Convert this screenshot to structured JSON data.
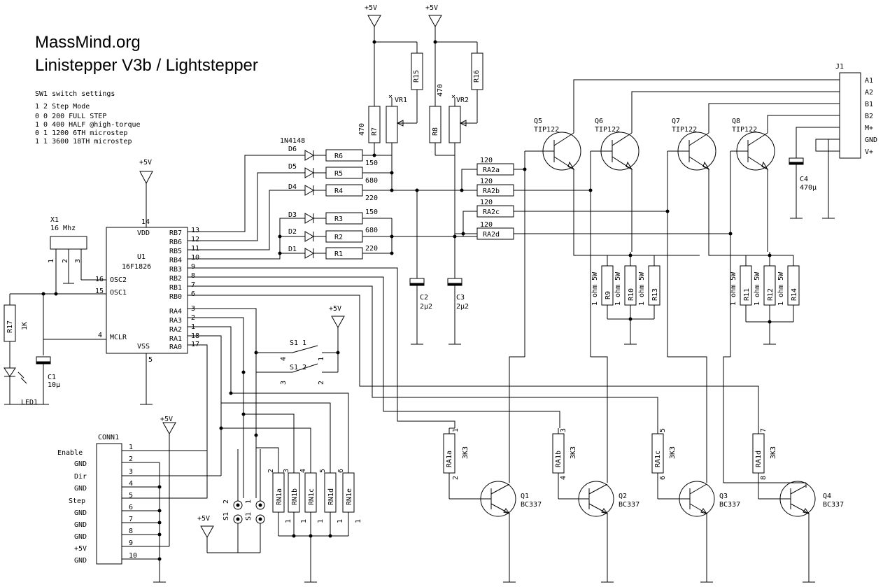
{
  "title": {
    "line1": "MassMind.org",
    "line2": "Linistepper V3b / Lightstepper"
  },
  "switch_table": {
    "heading": "SW1 switch settings",
    "columns": "1 2 Step Mode",
    "rows": [
      "0 0 200  FULL STEP",
      "1 0 400  HALF @high-torque",
      "0 1 1200 6TH microstep",
      "1 1 3600 18TH microstep"
    ]
  },
  "supply": "+5V",
  "mcu": {
    "ref": "U1",
    "part": "16F1826",
    "vdd_pin": "14",
    "vss_pin": "5",
    "mclr_pin": "4",
    "left_pins": [
      {
        "name": "OSC2",
        "num": "16"
      },
      {
        "name": "OSC1",
        "num": "15"
      },
      {
        "name": "MCLR",
        "num": "4"
      }
    ],
    "right_pins": [
      {
        "name": "RB7",
        "num": "13"
      },
      {
        "name": "RB6",
        "num": "12"
      },
      {
        "name": "RB5",
        "num": "11"
      },
      {
        "name": "RB4",
        "num": "10"
      },
      {
        "name": "RB3",
        "num": "9"
      },
      {
        "name": "RB2",
        "num": "8"
      },
      {
        "name": "RB1",
        "num": "7"
      },
      {
        "name": "RB0",
        "num": "6"
      },
      {
        "name": "RA4",
        "num": "3"
      },
      {
        "name": "RA3",
        "num": "2"
      },
      {
        "name": "RA2",
        "num": "1"
      },
      {
        "name": "RA1",
        "num": "18"
      },
      {
        "name": "RA0",
        "num": "17"
      }
    ],
    "vdd": "VDD",
    "vss": "VSS"
  },
  "crystal": {
    "ref": "X1",
    "value": "16 Mhz",
    "pins": [
      "1",
      "2",
      "3"
    ]
  },
  "r17": {
    "ref": "R17",
    "value": "1K"
  },
  "led1": "LED1",
  "c1": {
    "ref": "C1",
    "value": "10µ"
  },
  "diode_part": "1N4148",
  "diodes": [
    "D6",
    "D5",
    "D4",
    "D3",
    "D2",
    "D1"
  ],
  "res_sel": [
    {
      "ref": "R6",
      "value": "150"
    },
    {
      "ref": "R5",
      "value": "680"
    },
    {
      "ref": "R4",
      "value": "220"
    },
    {
      "ref": "R3",
      "value": "150"
    },
    {
      "ref": "R2",
      "value": "680"
    },
    {
      "ref": "R1",
      "value": "220"
    }
  ],
  "r7": {
    "ref": "R7",
    "value": "470"
  },
  "r8": {
    "ref": "R8",
    "value": "470"
  },
  "r15": "R15",
  "r16": "R16",
  "vr1": "VR1",
  "vr2": "VR2",
  "c2": {
    "ref": "C2",
    "value": "2µ2"
  },
  "c3": {
    "ref": "C3",
    "value": "2µ2"
  },
  "ra": [
    {
      "ref": "RA2a",
      "value": "120"
    },
    {
      "ref": "RA2b",
      "value": "120"
    },
    {
      "ref": "RA2c",
      "value": "120"
    },
    {
      "ref": "RA2d",
      "value": "120"
    }
  ],
  "darlingtons": [
    {
      "ref": "Q5",
      "part": "TIP122"
    },
    {
      "ref": "Q6",
      "part": "TIP122"
    },
    {
      "ref": "Q7",
      "part": "TIP122"
    },
    {
      "ref": "Q8",
      "part": "TIP122"
    }
  ],
  "c4": {
    "ref": "C4",
    "value": "470µ"
  },
  "j1": {
    "ref": "J1",
    "pins": [
      "A1",
      "A2",
      "B1",
      "B2",
      "M+",
      "GND",
      "V+"
    ]
  },
  "sense": [
    {
      "ref": "R9",
      "value": "1 ohm 5W"
    },
    {
      "ref": "R10",
      "value": "1 ohm 5W"
    },
    {
      "ref": "R13",
      "value": "1 ohm 5W"
    },
    {
      "ref": "R11",
      "value": "1 ohm 5W"
    },
    {
      "ref": "R12",
      "value": "1 ohm 5W"
    },
    {
      "ref": "R14",
      "value": "1 ohm 5W"
    }
  ],
  "base_res": [
    {
      "ref": "RA1a",
      "value": "3K3",
      "top": "1",
      "bot": "2"
    },
    {
      "ref": "RA1b",
      "value": "3K3",
      "top": "3",
      "bot": "4"
    },
    {
      "ref": "RA1c",
      "value": "3K3",
      "top": "5",
      "bot": "6"
    },
    {
      "ref": "RA1d",
      "value": "3K3",
      "top": "7",
      "bot": "8"
    }
  ],
  "bjts": [
    {
      "ref": "Q1",
      "part": "BC337"
    },
    {
      "ref": "Q2",
      "part": "BC337"
    },
    {
      "ref": "Q3",
      "part": "BC337"
    },
    {
      "ref": "Q4",
      "part": "BC337"
    }
  ],
  "switch_s1": {
    "a": {
      "label": "S1 1",
      "left": "4",
      "right": "1"
    },
    "b": {
      "label": "S1 2",
      "left": "3",
      "right": "2"
    },
    "jumper_left": {
      "ref": "S1",
      "num": "2"
    },
    "jumper_right": {
      "ref": "S1",
      "num": "1"
    }
  },
  "rn": [
    {
      "ref": "RN1a",
      "top": "2",
      "bot": "1"
    },
    {
      "ref": "RN1b",
      "top": "3",
      "bot": "1"
    },
    {
      "ref": "RN1c",
      "top": "4",
      "bot": "1"
    },
    {
      "ref": "RN1d",
      "top": "5",
      "bot": "1"
    },
    {
      "ref": "RN1e",
      "top": "6",
      "bot": "1"
    }
  ],
  "conn1": {
    "ref": "CONN1",
    "pins": [
      {
        "name": "Enable",
        "num": "1"
      },
      {
        "name": "GND",
        "num": "2"
      },
      {
        "name": "Dir",
        "num": "3"
      },
      {
        "name": "GND",
        "num": "4"
      },
      {
        "name": "Step",
        "num": "5"
      },
      {
        "name": "GND",
        "num": "6"
      },
      {
        "name": "GND",
        "num": "7"
      },
      {
        "name": "GND",
        "num": "8"
      },
      {
        "name": "+5V",
        "num": "9"
      },
      {
        "name": "GND",
        "num": "10"
      }
    ]
  }
}
